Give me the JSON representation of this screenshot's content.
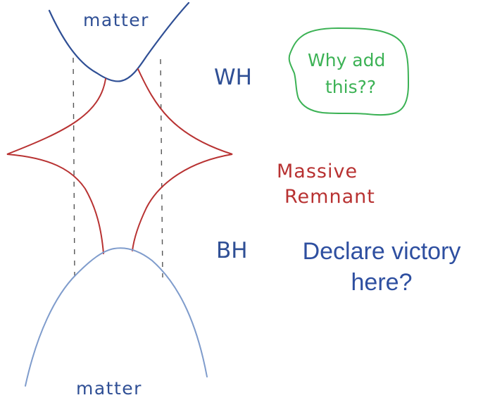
{
  "labels": {
    "matter_top": "matter",
    "matter_bottom": "matter",
    "wh": "WH",
    "bh": "BH",
    "massive_line1": "Massive",
    "massive_line2": "Remnant",
    "why_line1": "Why add",
    "why_line2": "this??",
    "declare_line1": "Declare victory",
    "declare_line2": "here?"
  },
  "colors": {
    "blue_ink": "#2f4f95",
    "light_blue_ink": "#7f9ccc",
    "red_ink": "#b83232",
    "green_ink": "#3cb255",
    "dash_gray": "#555555",
    "declare_blue": "#2e4fa0"
  }
}
